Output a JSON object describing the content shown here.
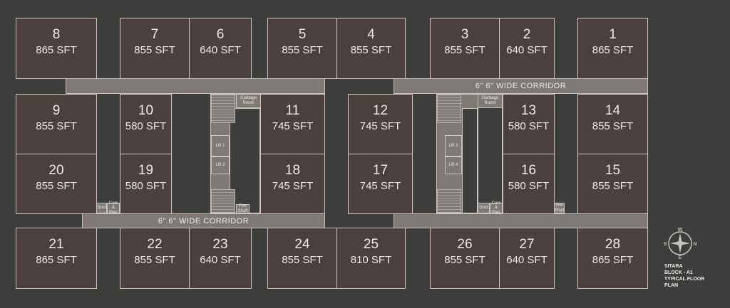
{
  "units": [
    {
      "id": "8",
      "area": "865 SFT"
    },
    {
      "id": "7",
      "area": "855 SFT"
    },
    {
      "id": "6",
      "area": "640 SFT"
    },
    {
      "id": "5",
      "area": "855 SFT"
    },
    {
      "id": "4",
      "area": "855 SFT"
    },
    {
      "id": "3",
      "area": "855 SFT"
    },
    {
      "id": "2",
      "area": "640 SFT"
    },
    {
      "id": "1",
      "area": "865 SFT"
    },
    {
      "id": "9",
      "area": "855 SFT"
    },
    {
      "id": "10",
      "area": "580 SFT"
    },
    {
      "id": "11",
      "area": "745 SFT"
    },
    {
      "id": "12",
      "area": "745 SFT"
    },
    {
      "id": "13",
      "area": "580 SFT"
    },
    {
      "id": "14",
      "area": "855 SFT"
    },
    {
      "id": "20",
      "area": "855 SFT"
    },
    {
      "id": "19",
      "area": "580 SFT"
    },
    {
      "id": "18",
      "area": "745 SFT"
    },
    {
      "id": "17",
      "area": "745 SFT"
    },
    {
      "id": "16",
      "area": "580 SFT"
    },
    {
      "id": "15",
      "area": "855 SFT"
    },
    {
      "id": "21",
      "area": "865 SFT"
    },
    {
      "id": "22",
      "area": "855 SFT"
    },
    {
      "id": "23",
      "area": "640 SFT"
    },
    {
      "id": "24",
      "area": "855 SFT"
    },
    {
      "id": "25",
      "area": "810 SFT"
    },
    {
      "id": "26",
      "area": "855 SFT"
    },
    {
      "id": "27",
      "area": "640 SFT"
    },
    {
      "id": "28",
      "area": "865 SFT"
    }
  ],
  "corridors": {
    "top_right": "6\" 6\" WIDE CORRIDOR",
    "bottom_left": "6\" 6\" WIDE CORRIDOR"
  },
  "core": {
    "garbage": "Garbage Room",
    "lift1": "Lift 1",
    "lift2": "Lift 2",
    "lift3": "Lift 3",
    "lift4": "Lift 4",
    "fire_shaft": "Fire Shaft",
    "duct": "Duct",
    "cam_elec": "Cam & Elec"
  },
  "compass": {
    "n": "N",
    "s": "S",
    "e": "E",
    "w": "W"
  },
  "caption": [
    "SITARA",
    "BLOCK - A1",
    "TYPICAL FLOOR",
    "PLAN"
  ],
  "colors": {
    "background": "#3d3e3c",
    "unit": "#4b403d",
    "corridor": "#7e7974"
  }
}
